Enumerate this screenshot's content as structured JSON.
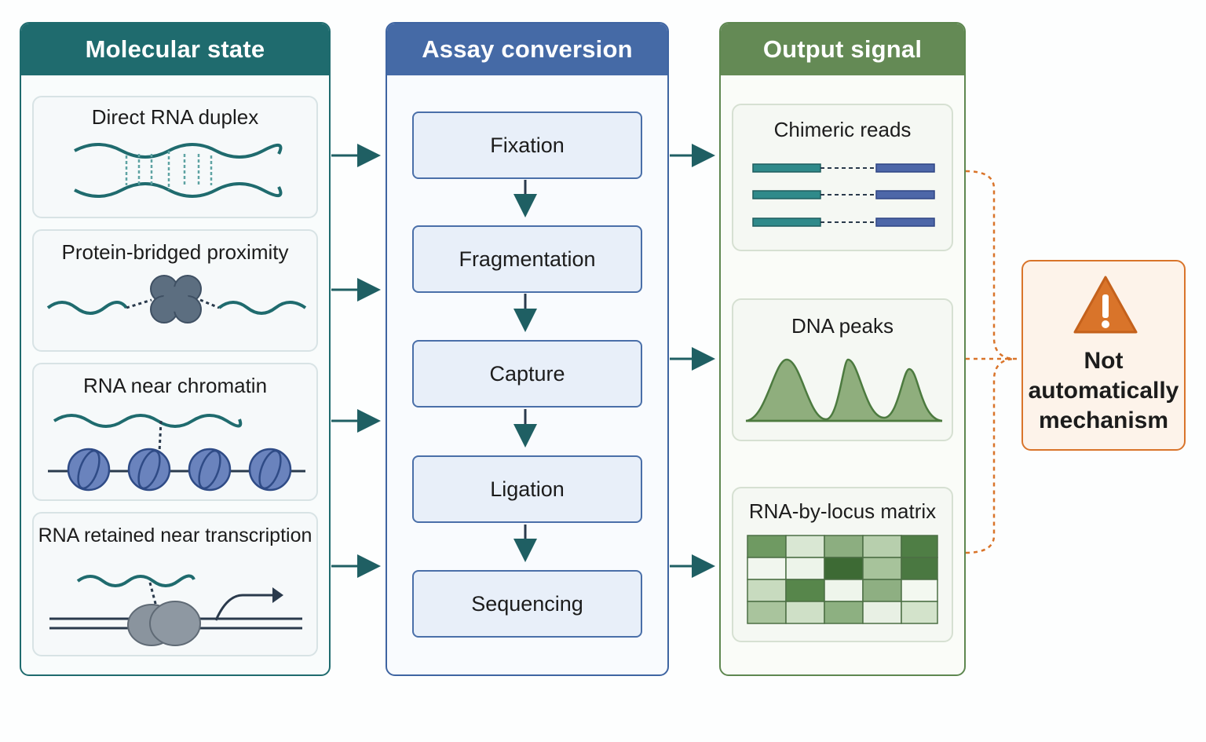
{
  "panels": {
    "molecular": {
      "title": "Molecular state",
      "cards": [
        {
          "label": "Direct RNA duplex"
        },
        {
          "label": "Protein-bridged proximity"
        },
        {
          "label": "RNA near chromatin"
        },
        {
          "label": "RNA retained near transcription"
        }
      ]
    },
    "assay": {
      "title": "Assay conversion",
      "steps": [
        "Fixation",
        "Fragmentation",
        "Capture",
        "Ligation",
        "Sequencing"
      ]
    },
    "output": {
      "title": "Output signal",
      "cards": [
        {
          "label": "Chimeric reads"
        },
        {
          "label": "DNA peaks"
        },
        {
          "label": "RNA-by-locus matrix"
        }
      ]
    }
  },
  "warning": {
    "text": "Not\nautomatically\nmechanism",
    "icon": "warning-triangle-icon"
  },
  "colors": {
    "teal": "#1f6b6e",
    "blue": "#456aa6",
    "green": "#648a55",
    "orange": "#d9742a"
  }
}
